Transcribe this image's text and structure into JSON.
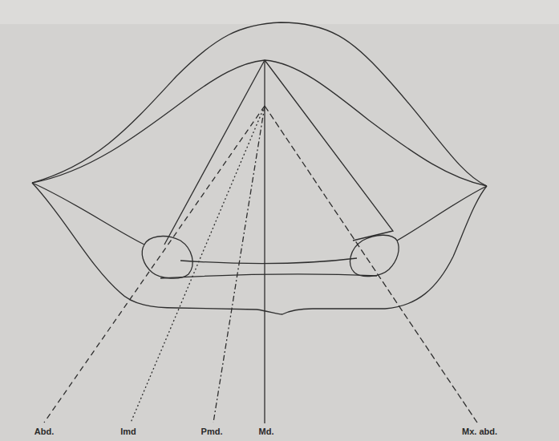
{
  "diagram": {
    "labels": [
      "Abd.",
      "Imd",
      "Pmd.",
      "Md.",
      "Mx. abd."
    ]
  }
}
